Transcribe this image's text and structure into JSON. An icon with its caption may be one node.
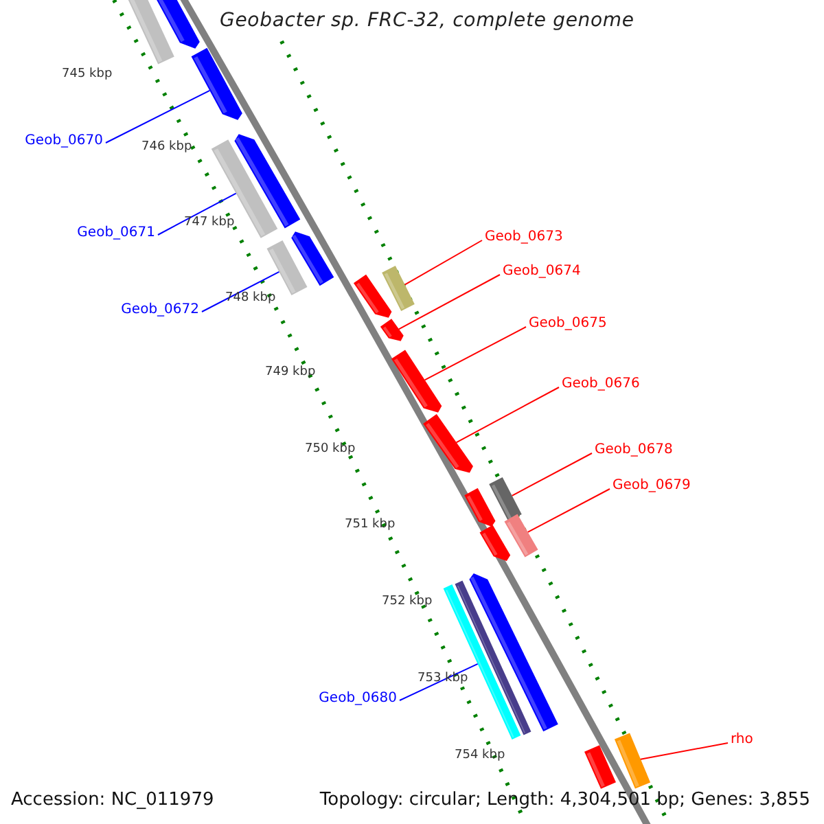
{
  "diagram": {
    "title": "Geobacter sp. FRC-32, complete genome",
    "nodes": [
      {
        "text": [
          "Geob_0670"
        ]
      },
      {
        "text": [
          "Geob_0671"
        ]
      },
      {
        "text": [
          "Geob_0672"
        ]
      },
      {
        "text": [
          "Geob_0673"
        ]
      },
      {
        "text": [
          "Geob_0674"
        ]
      },
      {
        "text": [
          "Geob_0675"
        ]
      },
      {
        "text": [
          "Geob_0676"
        ]
      },
      {
        "text": [
          "Geob_0678"
        ]
      },
      {
        "text": [
          "Geob_0679"
        ]
      },
      {
        "text": [
          "Geob_0680"
        ]
      },
      {
        "text": [
          "rho"
        ]
      },
      {
        "text": [],
        "shape": "bar"
      },
      {
        "text": [],
        "shape": "bar"
      },
      {
        "text": [],
        "shape": "bar"
      },
      {
        "text": [],
        "shape": "bar"
      },
      {
        "text": [],
        "shape": "bar"
      },
      {
        "text": [],
        "shape": "bar"
      },
      {
        "text": [],
        "shape": "bar"
      },
      {
        "text": [],
        "shape": "bar"
      },
      {
        "text": [],
        "shape": "bar"
      },
      {
        "text": [],
        "shape": "bar"
      },
      {
        "text": [],
        "shape": "bar"
      },
      {
        "text": [],
        "shape": "bar"
      },
      {
        "text": [],
        "shape": "bar"
      },
      {
        "text": [],
        "shape": "bar"
      },
      {
        "text": [],
        "shape": "bar"
      },
      {
        "text": [],
        "shape": "bar"
      },
      {
        "text": [],
        "shape": "bar"
      },
      {
        "text": [],
        "shape": "bar"
      },
      {
        "text": [],
        "shape": "bar"
      },
      {
        "text": [],
        "shape": "bar"
      },
      {
        "text": [],
        "shape": "bar"
      }
    ],
    "edges": [
      {
        "from": 0,
        "to": 13,
        "arrow": "none",
        "color": "#0000ff"
      },
      {
        "from": 1,
        "to": 14,
        "arrow": "none",
        "color": "#0000ff"
      },
      {
        "from": 2,
        "to": 16,
        "arrow": "none",
        "color": "#0000ff"
      },
      {
        "from": 3,
        "to": 19,
        "arrow": "none"
      },
      {
        "from": 4,
        "to": 20,
        "arrow": "none"
      },
      {
        "from": 5,
        "to": 21,
        "arrow": "none"
      },
      {
        "from": 6,
        "to": 22,
        "arrow": "none"
      },
      {
        "from": 7,
        "to": 23,
        "arrow": "none"
      },
      {
        "from": 8,
        "to": 25,
        "arrow": "none"
      },
      {
        "from": 9,
        "to": 29,
        "arrow": "none",
        "color": "#0000ff"
      },
      {
        "from": 10,
        "to": 31,
        "arrow": "none"
      }
    ],
    "labels": [
      "745 kbp",
      "746 kbp",
      "747 kbp",
      "748 kbp",
      "749 kbp",
      "750 kbp",
      "751 kbp",
      "752 kbp",
      "753 kbp",
      "754 kbp",
      "Accession: NC_011979",
      "Topology: circular; Length: 4,304,501 bp; Genes: 3,855"
    ]
  }
}
